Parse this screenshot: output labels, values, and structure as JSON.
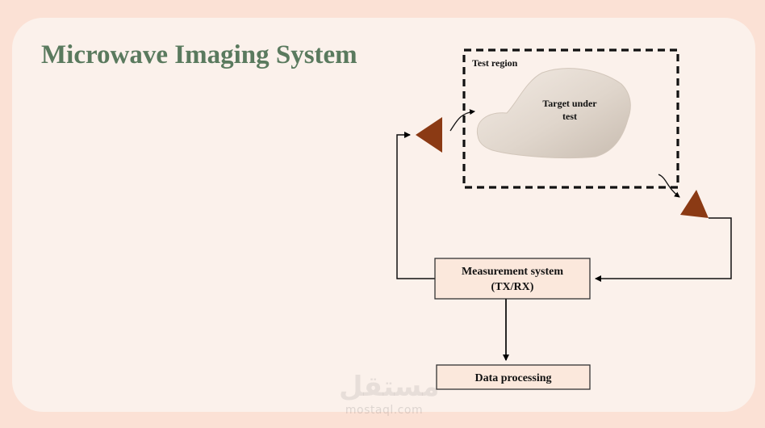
{
  "slide": {
    "title": "Microwave Imaging System"
  },
  "diagram": {
    "test_region_label": "Test region",
    "target_label_line1": "Target under",
    "target_label_line2": "test",
    "measurement_label_line1": "Measurement system",
    "measurement_label_line2": "(TX/RX)",
    "processing_label": "Data processing"
  },
  "colors": {
    "background": "#fbe1d5",
    "slide": "#fbf1eb",
    "title": "#5a7a5e",
    "box_fill": "#fbe8dc",
    "antenna": "#8b3a14"
  },
  "icons": {
    "tx_antenna": "triangle-antenna-icon",
    "rx_antenna": "triangle-antenna-icon"
  },
  "watermark": {
    "arabic": "مستقل",
    "latin": "mostaql.com"
  }
}
